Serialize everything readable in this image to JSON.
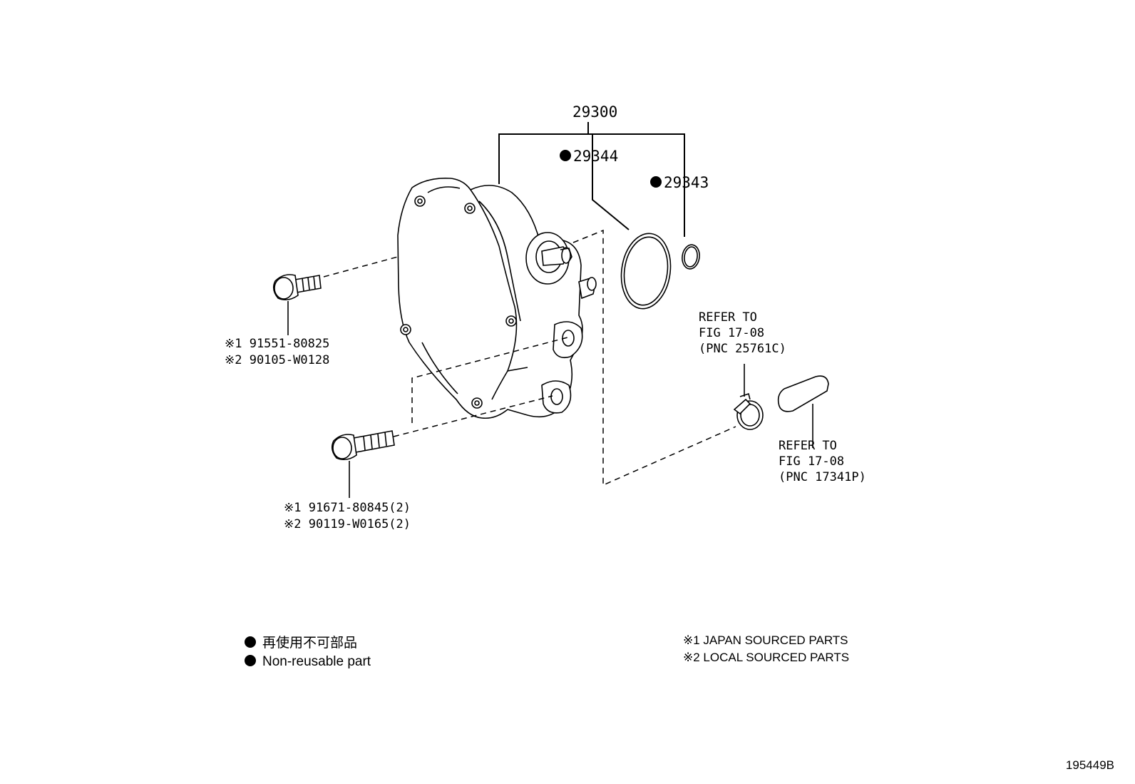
{
  "parts": {
    "assembly": "29300",
    "oring_large": "29344",
    "oring_small": "29343"
  },
  "bolt_upper": {
    "line1": "※1 91551-80825",
    "line2": "※2 90105-W0128"
  },
  "bolt_lower": {
    "line1": "※1 91671-80845(2)",
    "line2": "※2 90119-W0165(2)"
  },
  "refer_clamp": {
    "line1": "REFER TO",
    "line2": "FIG 17-08",
    "line3": "(PNC 25761C)"
  },
  "refer_hose": {
    "line1": "REFER TO",
    "line2": "FIG 17-08",
    "line3": "(PNC 17341P)"
  },
  "legend": {
    "jp": "再使用不可部品",
    "en": "Non-reusable part"
  },
  "notes": {
    "n1": "※1 JAPAN SOURCED PARTS",
    "n2": "※2 LOCAL SOURCED PARTS"
  },
  "figure_id": "195449B"
}
